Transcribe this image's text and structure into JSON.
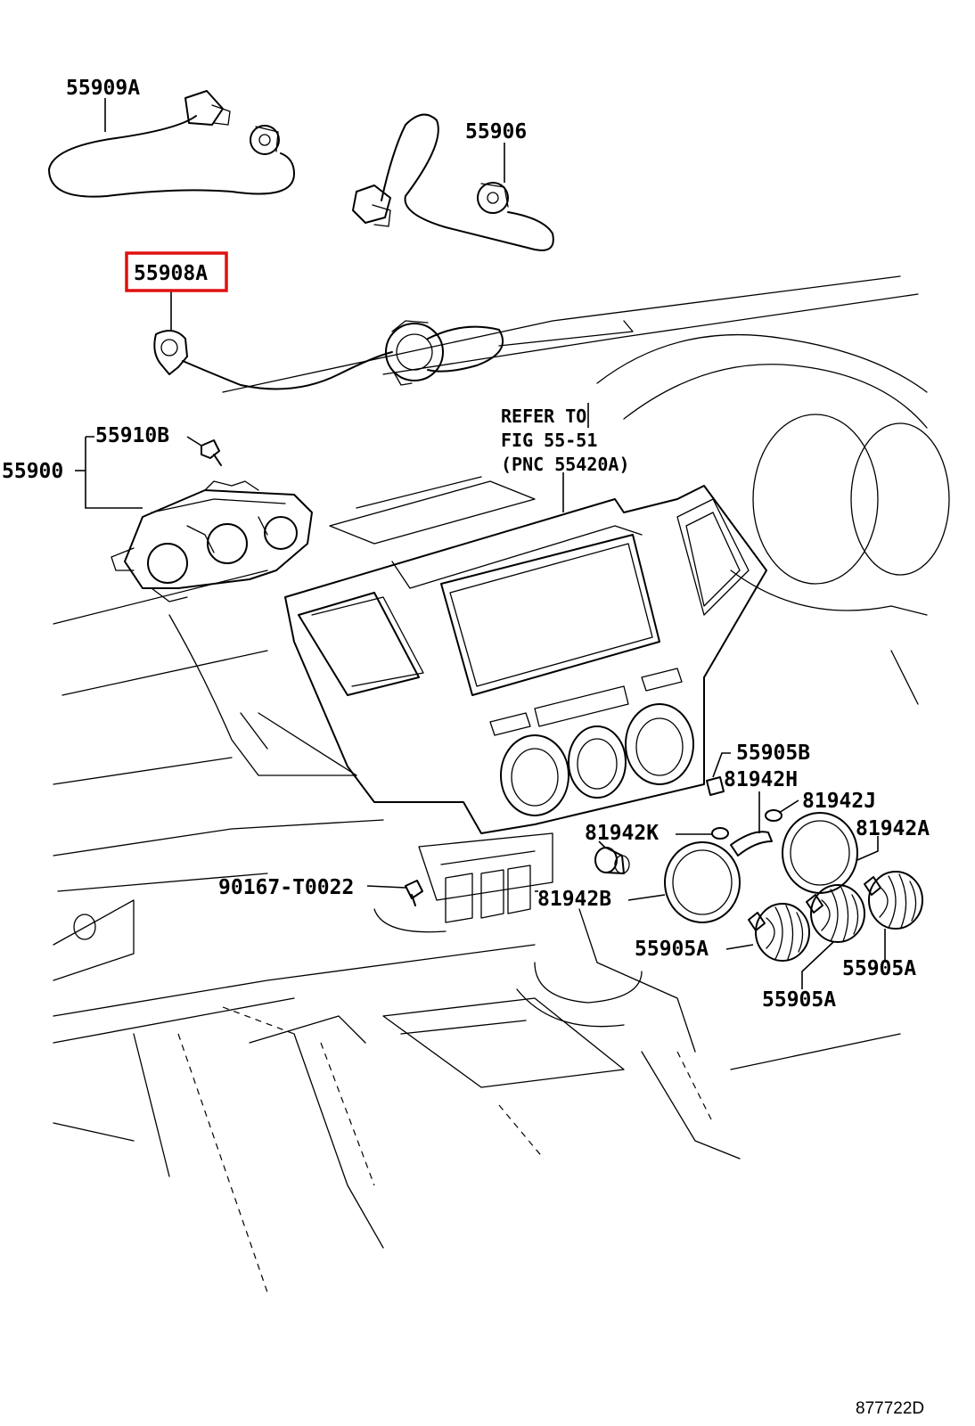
{
  "diagram": {
    "figure_id": "877722D",
    "highlight_color": "#e01010",
    "highlighted_part": "55908A",
    "reference_note": [
      "REFER TO",
      "FIG 55-51",
      "(PNC 55420A)"
    ],
    "labels": {
      "p55909A": "55909A",
      "p55906": "55906",
      "p55908A": "55908A",
      "p55910B": "55910B",
      "p55900": "55900",
      "p55905B": "55905B",
      "p81942H": "81942H",
      "p81942J": "81942J",
      "p81942K": "81942K",
      "p81942A": "81942A",
      "p90167": "90167-T0022",
      "p81942B": "81942B",
      "p55905A_1": "55905A",
      "p55905A_2": "55905A",
      "p55905A_3": "55905A"
    }
  }
}
